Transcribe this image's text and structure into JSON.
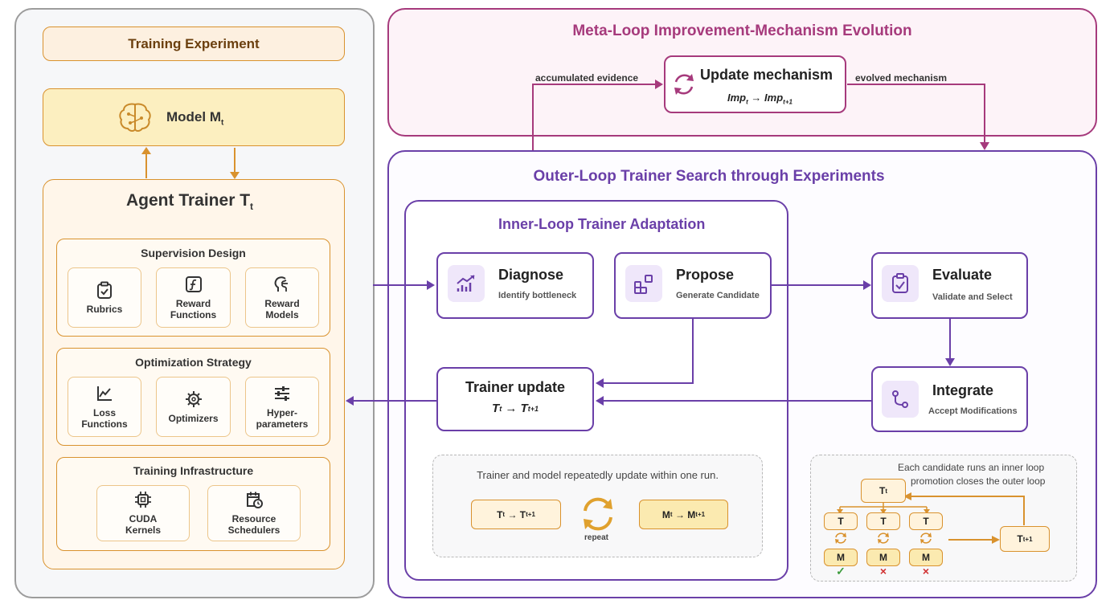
{
  "left": {
    "experiment_title": "Training Experiment",
    "model_label": "Model M",
    "model_sub": "t",
    "trainer_label": "Agent Trainer T",
    "trainer_sub": "t",
    "groups": [
      {
        "title": "Supervision Design",
        "items": [
          {
            "icon": "clipboard-icon",
            "l1": "Rubrics",
            "l2": ""
          },
          {
            "icon": "function-icon",
            "l1": "Reward",
            "l2": "Functions"
          },
          {
            "icon": "brain-head-icon",
            "l1": "Reward",
            "l2": "Models"
          }
        ]
      },
      {
        "title": "Optimization Strategy",
        "items": [
          {
            "icon": "line-chart-icon",
            "l1": "Loss",
            "l2": "Functions"
          },
          {
            "icon": "gear-icon",
            "l1": "Optimizers",
            "l2": ""
          },
          {
            "icon": "sliders-icon",
            "l1": "Hyper-",
            "l2": "parameters"
          }
        ]
      },
      {
        "title": "Training Infrastructure",
        "items": [
          {
            "icon": "chip-icon",
            "l1": "CUDA",
            "l2": "Kernels"
          },
          {
            "icon": "calendar-clock-icon",
            "l1": "Resource",
            "l2": "Schedulers"
          }
        ]
      }
    ]
  },
  "meta": {
    "title": "Meta-Loop Improvement-Mechanism Evolution",
    "update_title": "Update mechanism",
    "update_formula": "Imp",
    "update_formula_sub1": "t",
    "update_formula_arrow": "→ Imp",
    "update_formula_sub2": "t+1",
    "accumulated": "accumulated evidence",
    "evolved": "evolved mechanism"
  },
  "outer": {
    "title": "Outer-Loop Trainer Search through Experiments",
    "inner_title": "Inner-Loop Trainer Adaptation",
    "diagnose": {
      "title": "Diagnose",
      "sub": "Identify bottleneck"
    },
    "propose": {
      "title": "Propose",
      "sub": "Generate Candidate"
    },
    "evaluate": {
      "title": "Evaluate",
      "sub": "Validate and Select"
    },
    "integrate": {
      "title": "Integrate",
      "sub": "Accept Modifications"
    },
    "trainer_update": {
      "title": "Trainer update",
      "formula_a": "T",
      "sub_a": "t",
      "arrow": "→ T",
      "sub_b": "t+1"
    },
    "inner_note": "Trainer and model repeatedly update within one run.",
    "inner_t": "T",
    "inner_t_sub": "t",
    "inner_t_arrow": "→ T",
    "inner_t_sub2": "t+1",
    "inner_m": "M",
    "inner_m_sub": "t",
    "inner_m_arrow": "→ M",
    "inner_m_sub2": "t+1",
    "repeat": "repeat",
    "tree_note1": "Each candidate runs an inner loop",
    "tree_note2": "promotion closes the outer loop",
    "tree_root": "T",
    "tree_root_sub": "t",
    "tree_t": "T",
    "tree_m": "M",
    "tree_next": "T",
    "tree_next_sub": "t+1",
    "check": "✓",
    "cross": "×"
  },
  "colors": {
    "orange": "#d9922e",
    "purple": "#6a3fa8",
    "magenta": "#a63a7c"
  }
}
